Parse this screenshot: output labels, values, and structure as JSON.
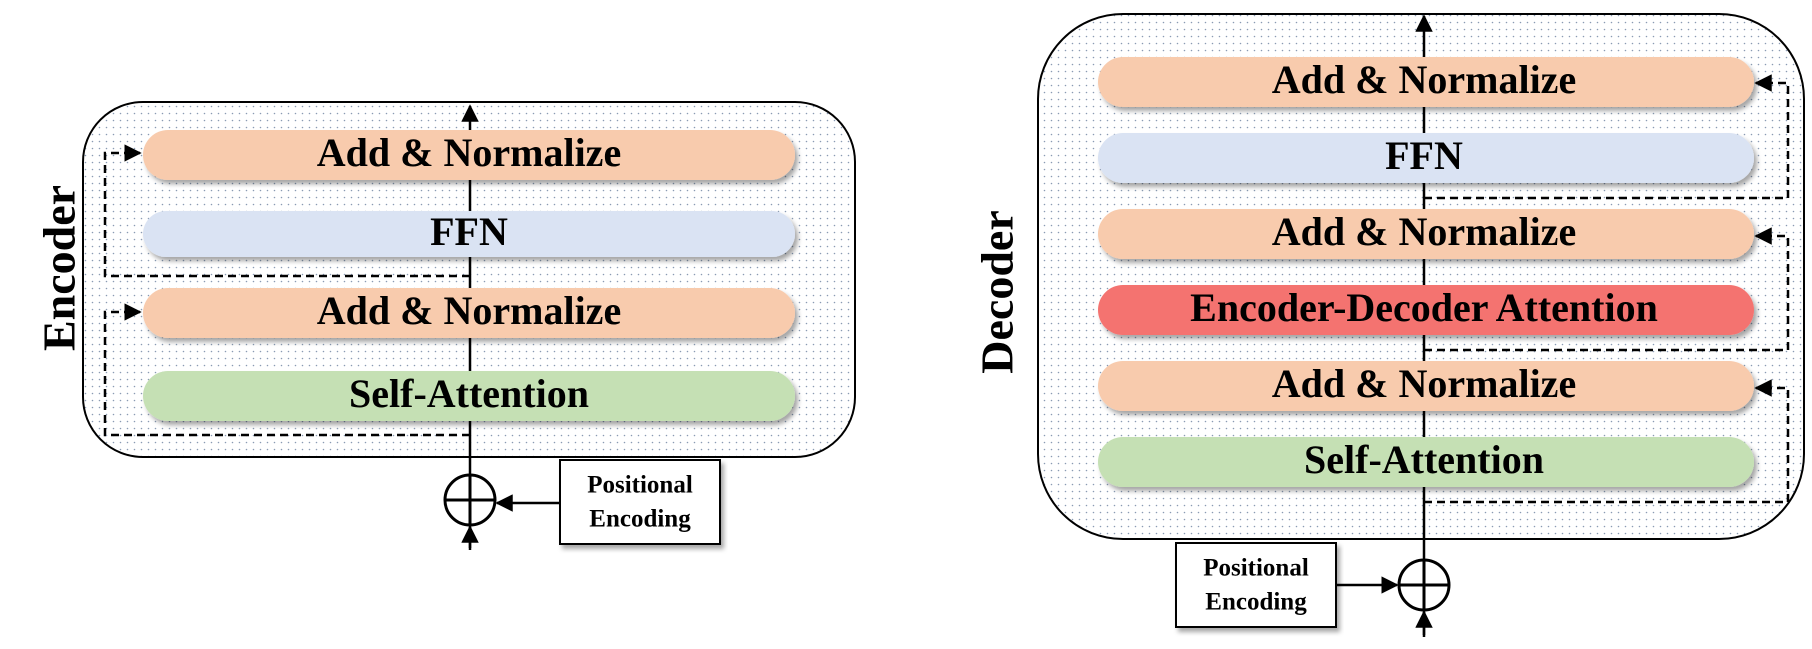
{
  "encoder": {
    "label": "Encoder",
    "blocks": [
      {
        "text": "Add & Normalize",
        "color": "#f8cbad"
      },
      {
        "text": "FFN",
        "color": "#dae3f3"
      },
      {
        "text": "Add & Normalize",
        "color": "#f8cbad"
      },
      {
        "text": "Self-Attention",
        "color": "#c5e0b4"
      }
    ],
    "positional_encoding": {
      "line1": "Positional",
      "line2": "Encoding"
    }
  },
  "decoder": {
    "label": "Decoder",
    "blocks": [
      {
        "text": "Add & Normalize",
        "color": "#f8cbad"
      },
      {
        "text": "FFN",
        "color": "#dae3f3"
      },
      {
        "text": "Add & Normalize",
        "color": "#f8cbad"
      },
      {
        "text": "Encoder-Decoder Attention",
        "color": "#f4736f"
      },
      {
        "text": "Add & Normalize",
        "color": "#f8cbad"
      },
      {
        "text": "Self-Attention",
        "color": "#c5e0b4"
      }
    ],
    "positional_encoding": {
      "line1": "Positional",
      "line2": "Encoding"
    }
  }
}
